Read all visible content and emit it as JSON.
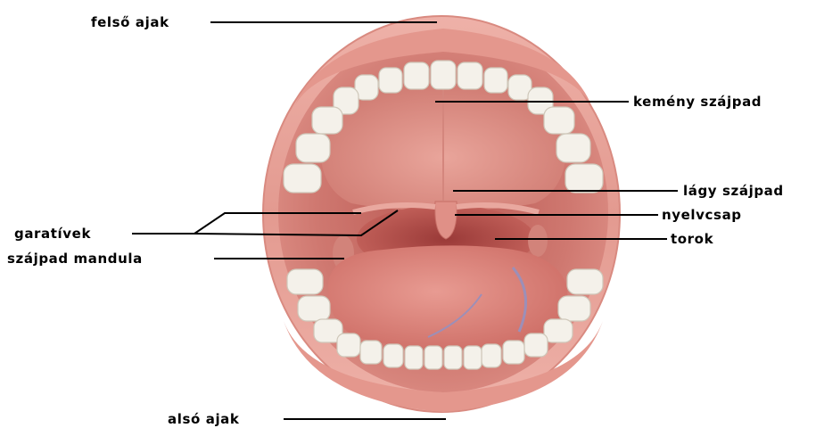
{
  "labels": {
    "upper_lip": "felső ajak",
    "hard_palate": "kemény szájpad",
    "soft_palate": "lágy szájpad",
    "pharyngeal_arches": "garatívek",
    "uvula": "nyelvcsap",
    "throat": "torok",
    "palatine_tonsil": "szájpad mandula",
    "lower_lip": "alsó ajak"
  },
  "colors": {
    "lip": "#e8a39a",
    "mouth_interior": "#c96a62",
    "tongue": "#d98880",
    "tooth": "#f4f1ea",
    "leader_line": "#000000"
  }
}
